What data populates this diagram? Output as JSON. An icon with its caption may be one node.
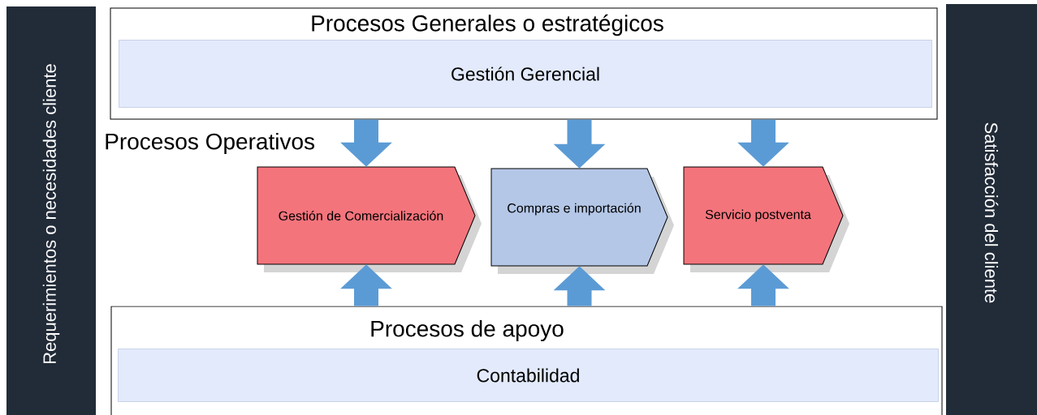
{
  "diagram": {
    "nodes": [
      {
        "text": [
          "Requerimientos o necesidades cliente"
        ]
      },
      {
        "text": [
          "Procesos Generales o estratégicos"
        ]
      },
      {
        "text": [
          "Gestión Gerencial"
        ],
        "in": 1
      },
      {
        "text": [
          "Gestión de Comercialización"
        ]
      },
      {
        "text": [
          "Compras e importación"
        ]
      },
      {
        "text": [
          "Servicio postventa"
        ]
      },
      {
        "text": [
          "Procesos de apoyo"
        ]
      },
      {
        "text": [
          "Contabilidad"
        ],
        "in": 6
      },
      {
        "text": [
          "Satisfacción del cliente"
        ]
      }
    ],
    "edges": [
      {
        "from": 1,
        "to": 3,
        "arrow": "to"
      },
      {
        "from": 1,
        "to": 4,
        "arrow": "to"
      },
      {
        "from": 1,
        "to": 5,
        "arrow": "to"
      },
      {
        "from": 6,
        "to": 3,
        "arrow": "to"
      },
      {
        "from": 6,
        "to": 4,
        "arrow": "to"
      },
      {
        "from": 6,
        "to": 5,
        "arrow": "to"
      }
    ],
    "labels": [
      "Procesos Operativos"
    ]
  }
}
